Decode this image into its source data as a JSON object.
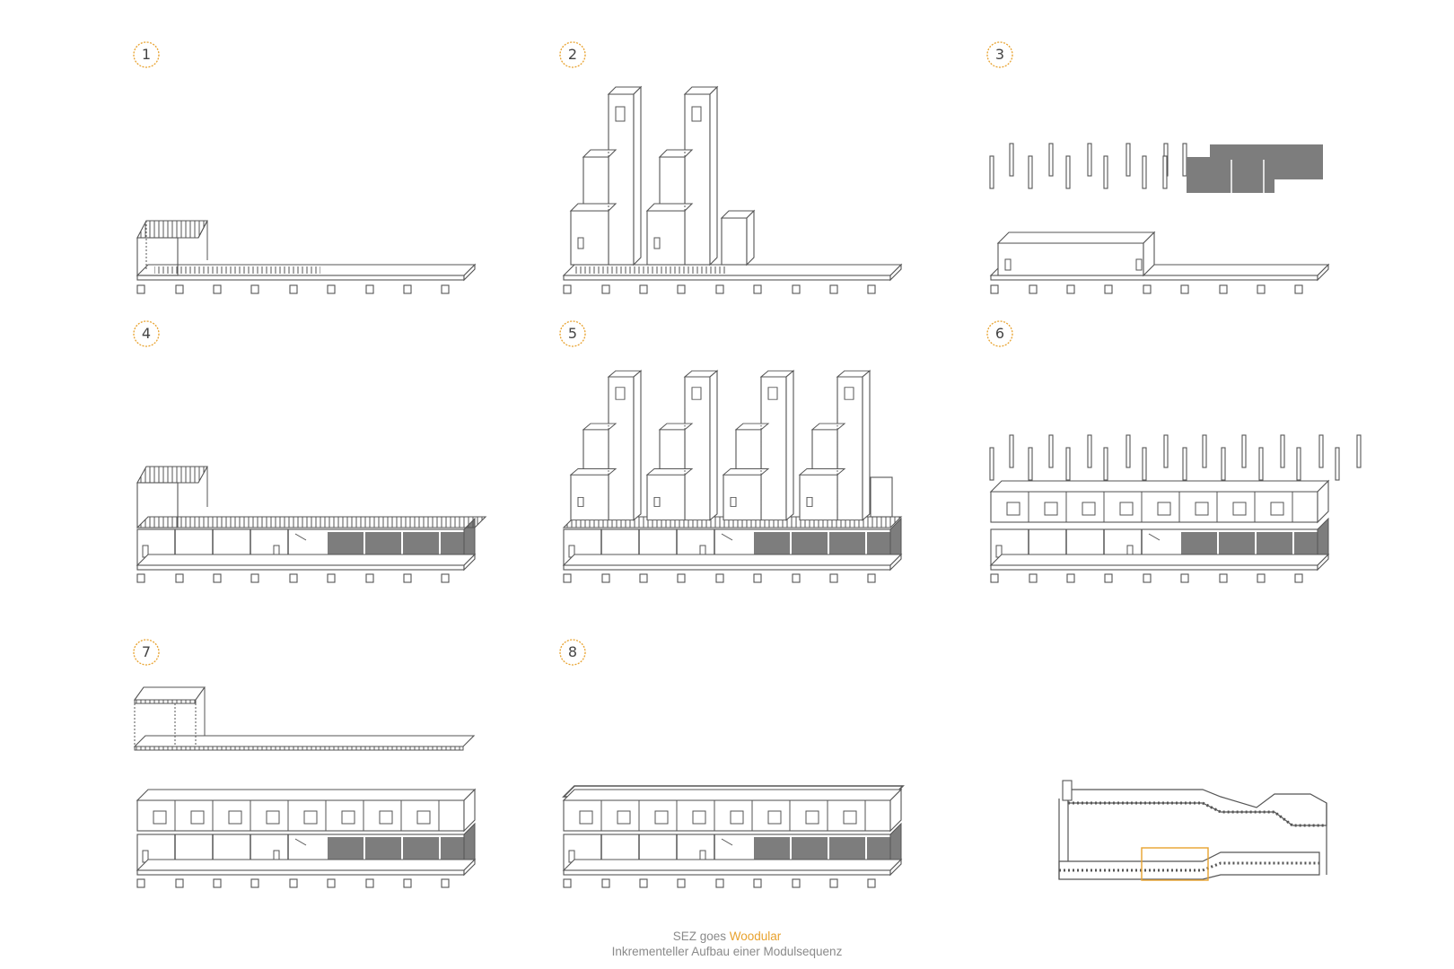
{
  "steps": [
    {
      "number": "1"
    },
    {
      "number": "2"
    },
    {
      "number": "3"
    },
    {
      "number": "4"
    },
    {
      "number": "5"
    },
    {
      "number": "6"
    },
    {
      "number": "7"
    },
    {
      "number": "8"
    }
  ],
  "caption": {
    "line1_prefix": "SEZ goes ",
    "line1_accent": "Woodular",
    "line2": "Inkrementeller Aufbau einer Modulsequenz"
  },
  "colors": {
    "accent": "#e8a22e",
    "line": "#555555",
    "dark_fill": "#7d7d7d",
    "caption": "#8a8a8a"
  }
}
